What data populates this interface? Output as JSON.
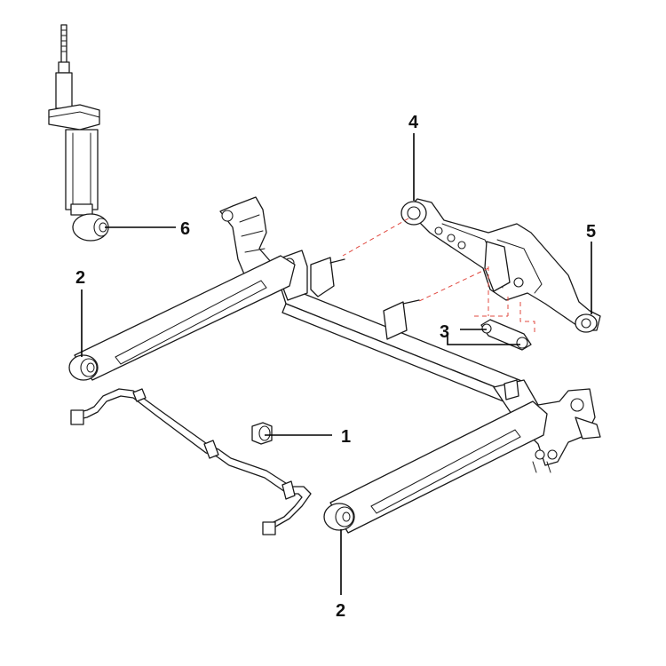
{
  "callouts": {
    "c1": "1",
    "c2a": "2",
    "c2b": "2",
    "c3": "3",
    "c4": "4",
    "c5": "5",
    "c6": "6"
  },
  "colors": {
    "line": "#1a1a1a",
    "dashed_guide": "#e0483f",
    "background": "#ffffff"
  }
}
